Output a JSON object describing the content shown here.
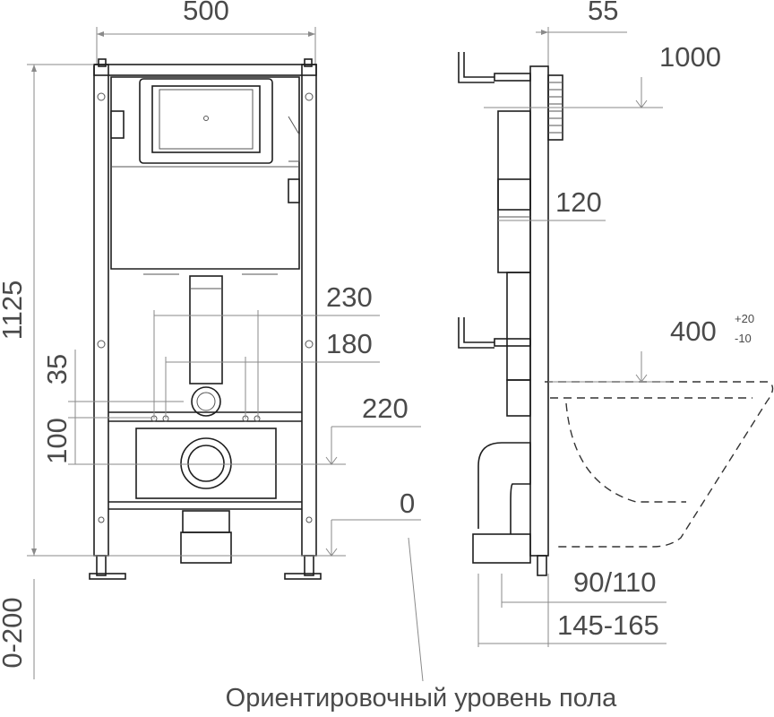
{
  "front_view": {
    "width_label": "500",
    "height_label": "1125",
    "legs_label": "0-200",
    "dim_230": "230",
    "dim_180": "180",
    "dim_35": "35",
    "dim_100": "100",
    "dim_220": "220",
    "dim_0": "0"
  },
  "side_view": {
    "depth_label": "55",
    "level_1000": "1000",
    "dim_120": "120",
    "level_400": "400",
    "tol_plus": "+20",
    "tol_minus": "-10",
    "dim_90_110": "90/110",
    "dim_145_165": "145-165"
  },
  "caption": "Ориентировочный уровень пола"
}
